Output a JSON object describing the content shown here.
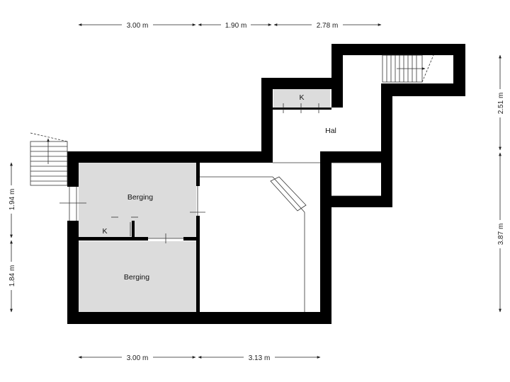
{
  "dimensions": {
    "top": [
      "3.00 m",
      "1.90 m",
      "2.78 m"
    ],
    "bottom": [
      "3.00 m",
      "3.13 m"
    ],
    "left": [
      "1.94 m",
      "1.84 m"
    ],
    "right": [
      "2.51 m",
      "3.87 m"
    ]
  },
  "rooms": {
    "hal": "Hal",
    "berging_top": "Berging",
    "berging_bottom": "Berging",
    "kast_top": "K",
    "kast_left": "K"
  },
  "colors": {
    "wall": "#000000",
    "storage_floor": "#dcdcdc",
    "background": "#ffffff"
  }
}
